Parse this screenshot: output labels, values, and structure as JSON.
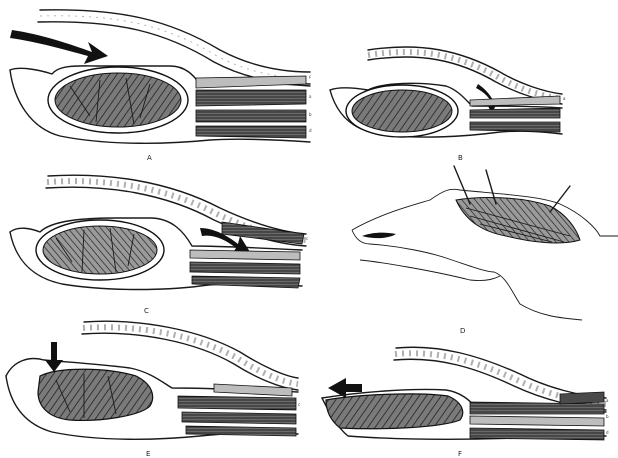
{
  "figure": {
    "panels": [
      {
        "id": "a",
        "label": "A"
      },
      {
        "id": "b",
        "label": "B"
      },
      {
        "id": "c",
        "label": "C"
      },
      {
        "id": "d",
        "label": "D"
      },
      {
        "id": "e",
        "label": "E"
      },
      {
        "id": "f",
        "label": "F"
      }
    ],
    "tiny_labels": [
      "c",
      "a",
      "b",
      "d",
      "a",
      "c",
      "c",
      "a",
      "b",
      "d"
    ]
  },
  "colors": {
    "ink": "#1a1a1a",
    "mass": "#3b3b3b",
    "paper": "#ffffff"
  },
  "icons": [
    "curved-arrow-icon",
    "down-arrow-icon",
    "left-arrow-icon",
    "retractor-icon"
  ]
}
